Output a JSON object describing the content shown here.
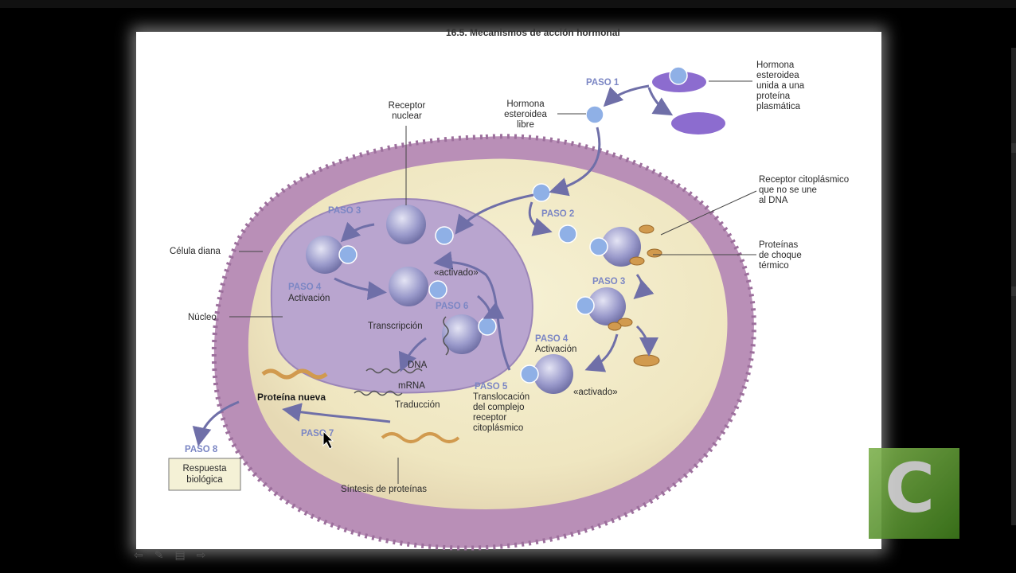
{
  "title": "16.5. Mecanismos de acción hormonal",
  "labels": {
    "hormona_unida": [
      "Hormona",
      "esteroidea",
      "unida a una",
      "proteína",
      "plasmática"
    ],
    "hormona_libre": [
      "Hormona",
      "esteroidea",
      "libre"
    ],
    "receptor_nuclear": [
      "Receptor",
      "nuclear"
    ],
    "receptor_citoplasmico": [
      "Receptor citoplásmico",
      "que no se une",
      "al DNA"
    ],
    "proteinas_choque": [
      "Proteínas",
      "de choque",
      "térmico"
    ],
    "celula_diana": "Célula diana",
    "nucleo": "Núcleo",
    "activacion_left": "Activación",
    "activacion_right": "Activación",
    "activado_nuclear": "«activado»",
    "activado_cyto": "«activado»",
    "transcripcion": "Transcripción",
    "dna": "DNA",
    "mrna": "mRNA",
    "traduccion": "Traducción",
    "proteina_nueva": "Proteína nueva",
    "sintesis": "Síntesis de proteínas",
    "respuesta": [
      "Respuesta",
      "biológica"
    ],
    "translocacion": [
      "Translocación",
      "del complejo",
      "receptor",
      "citoplásmico"
    ]
  },
  "steps": {
    "paso1": "PASO 1",
    "paso2": "PASO 2",
    "paso3_nuclear": "PASO 3",
    "paso3_cyto": "PASO 3",
    "paso4_left": "PASO 4",
    "paso4_right": "PASO 4",
    "paso5": "PASO 5",
    "paso6": "PASO 6",
    "paso7": "PASO 7",
    "paso8": "PASO 8"
  },
  "colors": {
    "membrane": "#b98fb7",
    "cytoplasm": "#f2ecc8",
    "nucleus": "#b9a5cf",
    "receptor": "#8f8fbf",
    "hormone": "#8fb0e6",
    "plasma_protein": "#8c6ccf",
    "arrow": "#6f6fa8"
  },
  "overlay": {
    "logo": "C"
  }
}
